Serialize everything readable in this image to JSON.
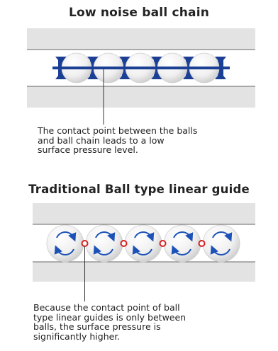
{
  "section1": {
    "title": "Low noise ball chain",
    "caption_lines": [
      "The contact point between the balls",
      "and ball chain leads to a low",
      "surface pressure level."
    ]
  },
  "section2": {
    "title": "Traditional Ball type linear guide",
    "caption_lines": [
      "Because the contact point of ball",
      "type linear guides is only between",
      "balls, the surface pressure is",
      "significantly higher."
    ]
  },
  "colors": {
    "rail": "#e3e3e3",
    "rail_line": "#555555",
    "chain": "#1c3f96",
    "ball": "#f1f1f1",
    "arrow": "#1c52b8",
    "contact_point": "#d62020"
  }
}
